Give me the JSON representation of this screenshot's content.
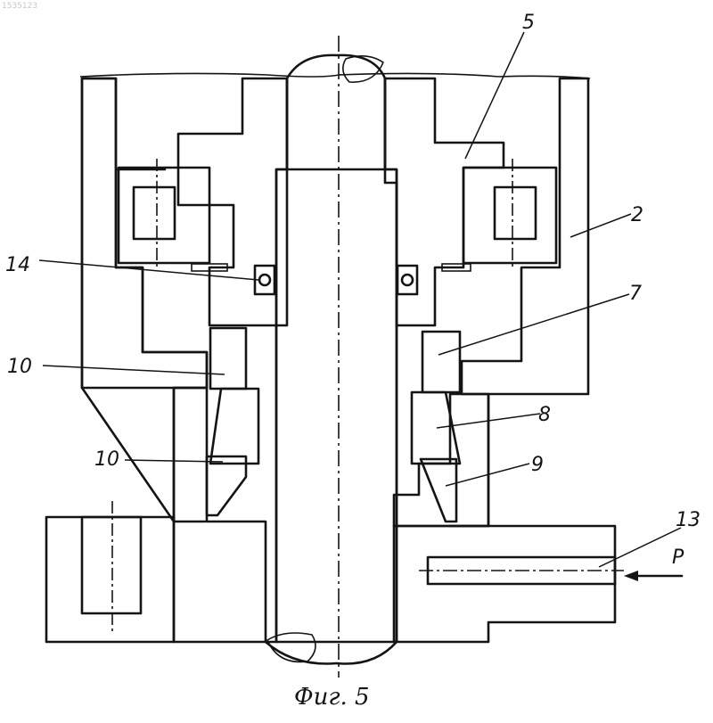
{
  "watermark": "1535123",
  "caption": "Фиг. 5",
  "callouts": [
    "5",
    "2",
    "14",
    "7",
    "10",
    "8",
    "10",
    "9",
    "13",
    "P"
  ]
}
